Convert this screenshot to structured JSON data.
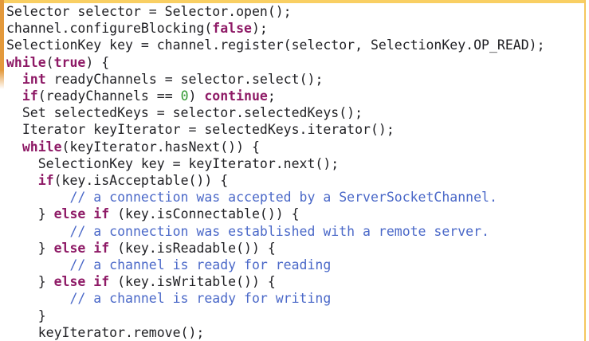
{
  "code_block": {
    "language": "java",
    "colors": {
      "keyword": "#8e1a66",
      "number": "#339933",
      "comment": "#4a68c8",
      "plain": "#1f1f23",
      "border_top": "#f9cf63",
      "border_side": "#f5c75e",
      "border_left": "#e3993c",
      "background": "#ffffff"
    },
    "lines": [
      [
        {
          "t": "Selector selector = Selector.open();",
          "c": "pln"
        }
      ],
      [
        {
          "t": "channel.configureBlocking(",
          "c": "pln"
        },
        {
          "t": "false",
          "c": "kw"
        },
        {
          "t": ");",
          "c": "pln"
        }
      ],
      [
        {
          "t": "SelectionKey key = channel.register(selector, SelectionKey.OP_READ);",
          "c": "pln"
        }
      ],
      [
        {
          "t": "while",
          "c": "kw"
        },
        {
          "t": "(",
          "c": "pln"
        },
        {
          "t": "true",
          "c": "kw"
        },
        {
          "t": ") {",
          "c": "pln"
        }
      ],
      [
        {
          "t": "  ",
          "c": "pln"
        },
        {
          "t": "int",
          "c": "kw"
        },
        {
          "t": " readyChannels = selector.select();",
          "c": "pln"
        }
      ],
      [
        {
          "t": "  ",
          "c": "pln"
        },
        {
          "t": "if",
          "c": "kw"
        },
        {
          "t": "(readyChannels == ",
          "c": "pln"
        },
        {
          "t": "0",
          "c": "num"
        },
        {
          "t": ") ",
          "c": "pln"
        },
        {
          "t": "continue",
          "c": "kw"
        },
        {
          "t": ";",
          "c": "pln"
        }
      ],
      [
        {
          "t": "  Set selectedKeys = selector.selectedKeys();",
          "c": "pln"
        }
      ],
      [
        {
          "t": "  Iterator keyIterator = selectedKeys.iterator();",
          "c": "pln"
        }
      ],
      [
        {
          "t": "  ",
          "c": "pln"
        },
        {
          "t": "while",
          "c": "kw"
        },
        {
          "t": "(keyIterator.hasNext()) {",
          "c": "pln"
        }
      ],
      [
        {
          "t": "    SelectionKey key = keyIterator.next();",
          "c": "pln"
        }
      ],
      [
        {
          "t": "    ",
          "c": "pln"
        },
        {
          "t": "if",
          "c": "kw"
        },
        {
          "t": "(key.isAcceptable()) {",
          "c": "pln"
        }
      ],
      [
        {
          "t": "        // a connection was accepted by a ServerSocketChannel.",
          "c": "com"
        }
      ],
      [
        {
          "t": "    } ",
          "c": "pln"
        },
        {
          "t": "else",
          "c": "kw"
        },
        {
          "t": " ",
          "c": "pln"
        },
        {
          "t": "if",
          "c": "kw"
        },
        {
          "t": " (key.isConnectable()) {",
          "c": "pln"
        }
      ],
      [
        {
          "t": "        // a connection was established with a remote server.",
          "c": "com"
        }
      ],
      [
        {
          "t": "    } ",
          "c": "pln"
        },
        {
          "t": "else",
          "c": "kw"
        },
        {
          "t": " ",
          "c": "pln"
        },
        {
          "t": "if",
          "c": "kw"
        },
        {
          "t": " (key.isReadable()) {",
          "c": "pln"
        }
      ],
      [
        {
          "t": "        // a channel is ready for reading",
          "c": "com"
        }
      ],
      [
        {
          "t": "    } ",
          "c": "pln"
        },
        {
          "t": "else",
          "c": "kw"
        },
        {
          "t": " ",
          "c": "pln"
        },
        {
          "t": "if",
          "c": "kw"
        },
        {
          "t": " (key.isWritable()) {",
          "c": "pln"
        }
      ],
      [
        {
          "t": "        // a channel is ready for writing",
          "c": "com"
        }
      ],
      [
        {
          "t": "    }",
          "c": "pln"
        }
      ],
      [
        {
          "t": "    keyIterator.remove();",
          "c": "pln"
        }
      ]
    ]
  }
}
